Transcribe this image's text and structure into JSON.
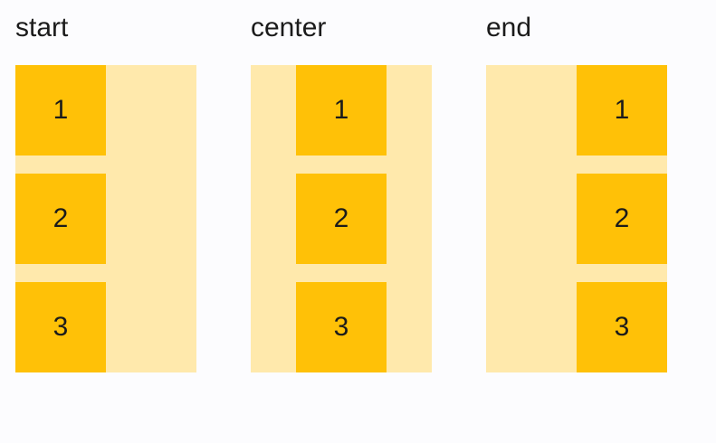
{
  "colors": {
    "page_bg": "#FCFCFE",
    "container_bg": "#FFE9AC",
    "item_bg": "#FFC107",
    "text_color": "#1B1B1B"
  },
  "examples": [
    {
      "label": "start",
      "alignment": "start",
      "items": [
        "1",
        "2",
        "3"
      ]
    },
    {
      "label": "center",
      "alignment": "center",
      "items": [
        "1",
        "2",
        "3"
      ]
    },
    {
      "label": "end",
      "alignment": "end",
      "items": [
        "1",
        "2",
        "3"
      ]
    }
  ]
}
